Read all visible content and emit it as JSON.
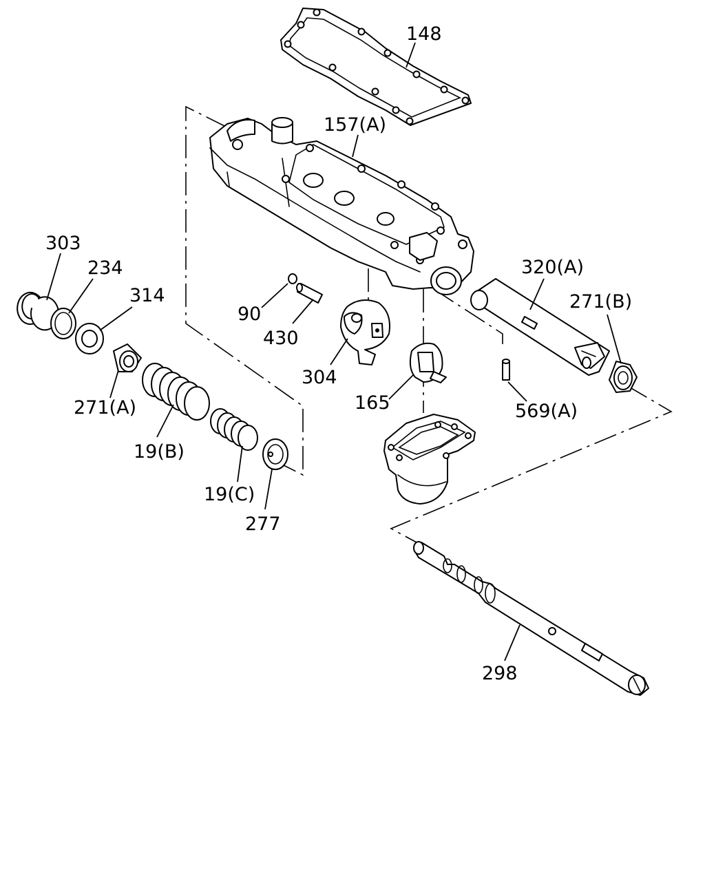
{
  "labels": {
    "p148": "148",
    "p157a": "157(A)",
    "p303": "303",
    "p234": "234",
    "p314": "314",
    "p90": "90",
    "p430": "430",
    "p320a": "320(A)",
    "p271b": "271(B)",
    "p304": "304",
    "p165": "165",
    "p569a": "569(A)",
    "p271a": "271(A)",
    "p19b": "19(B)",
    "p19c": "19(C)",
    "p277": "277",
    "p298": "298"
  },
  "colors": {
    "line": "#000000",
    "background": "#ffffff"
  }
}
